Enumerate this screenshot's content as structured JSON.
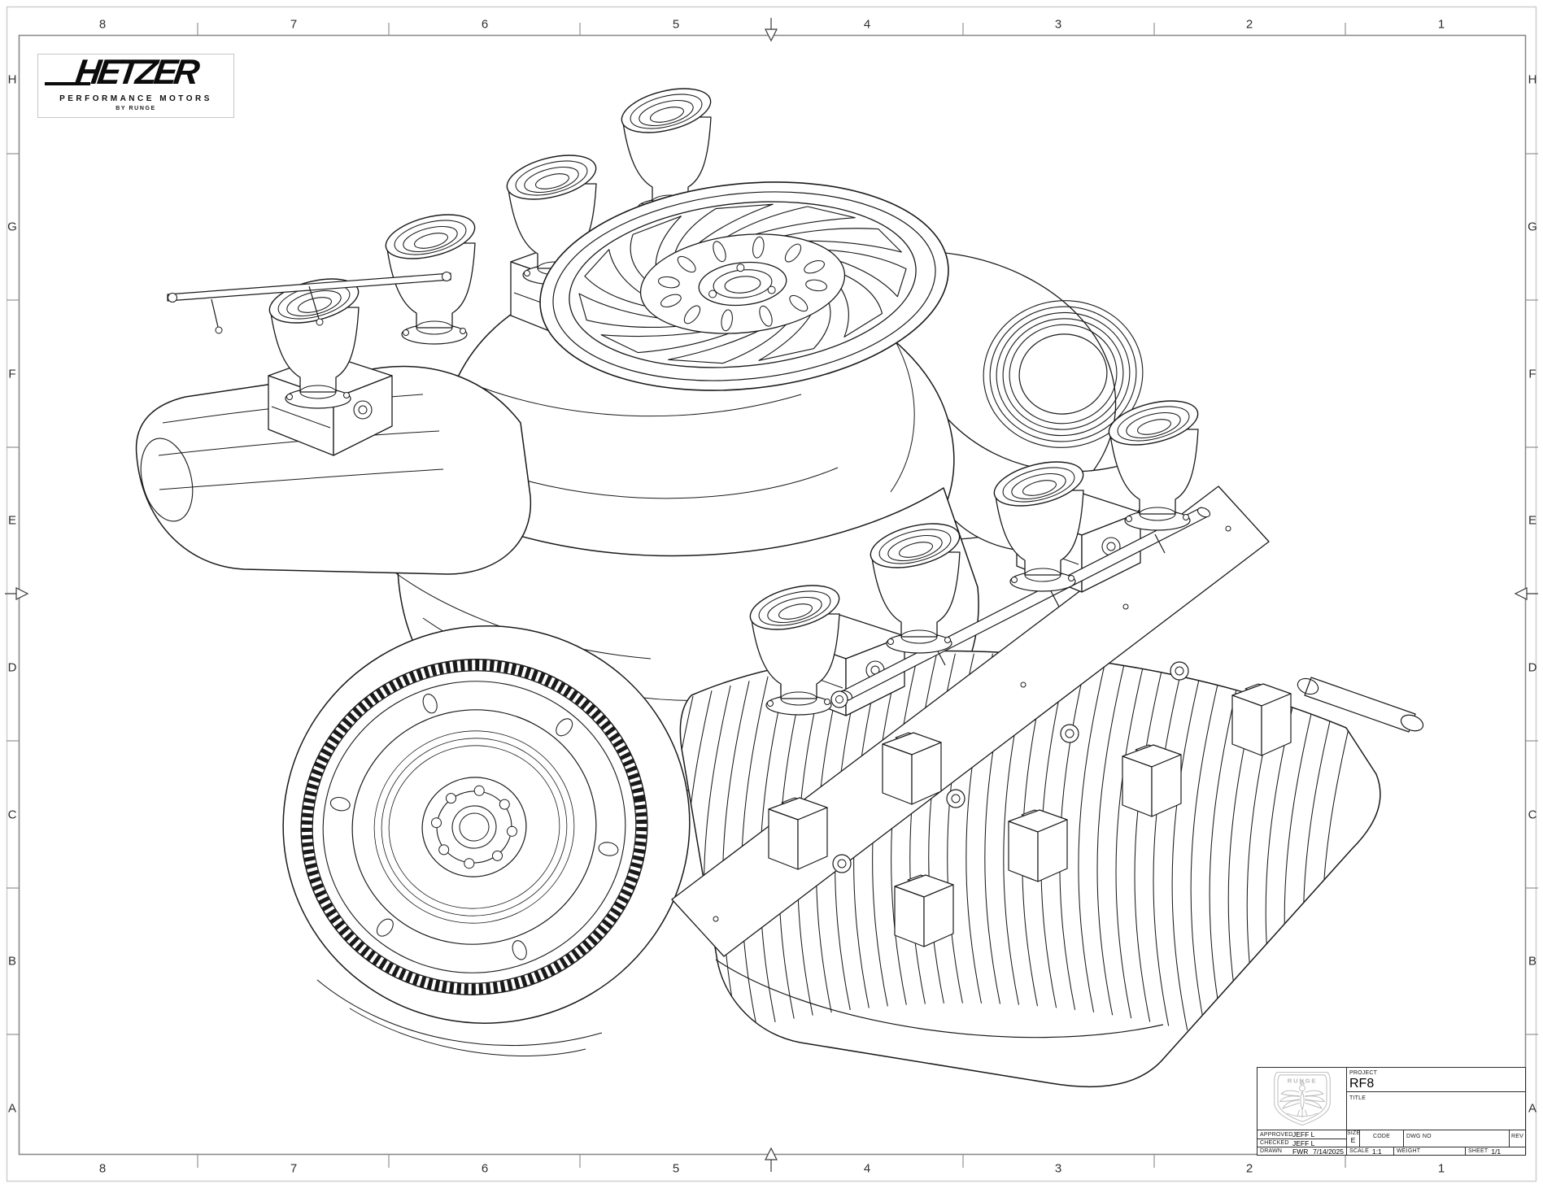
{
  "border": {
    "columns": [
      "8",
      "7",
      "6",
      "5",
      "4",
      "3",
      "2",
      "1"
    ],
    "rows": [
      "H",
      "G",
      "F",
      "E",
      "D",
      "C",
      "B",
      "A"
    ]
  },
  "logo": {
    "name": "HETZER",
    "subtitle": "PERFORMANCE MOTORS",
    "byline": "BY RUNGE"
  },
  "title_block": {
    "crest_icon": "runge-eagle-crest",
    "crest_text": "RUNGE",
    "project_label": "PROJECT",
    "project_value": "RF8",
    "title_label": "TITLE",
    "title_value": "",
    "approved_label": "APPROVED",
    "approved_value": "JEFF L",
    "checked_label": "CHECKED",
    "checked_value": "JEFF L",
    "drawn_label": "DRAWN",
    "drawn_value": "FWR",
    "drawn_date": "7/14/2025",
    "size_label": "SIZE",
    "size_value": "E",
    "code_label": "CODE",
    "code_value": "",
    "dwg_no_label": "DWG NO",
    "dwg_no_value": "",
    "rev_label": "REV",
    "rev_value": "",
    "scale_label": "SCALE",
    "scale_value": "1:1",
    "weight_label": "WEIGHT",
    "weight_value": "",
    "sheet_label": "SHEET",
    "sheet_value": "1/1"
  },
  "colors": {
    "line": "#1a1a1a",
    "frame": "#8b8b8b",
    "outer_border": "#cfcfcf",
    "crest": "#b9b9b9"
  }
}
